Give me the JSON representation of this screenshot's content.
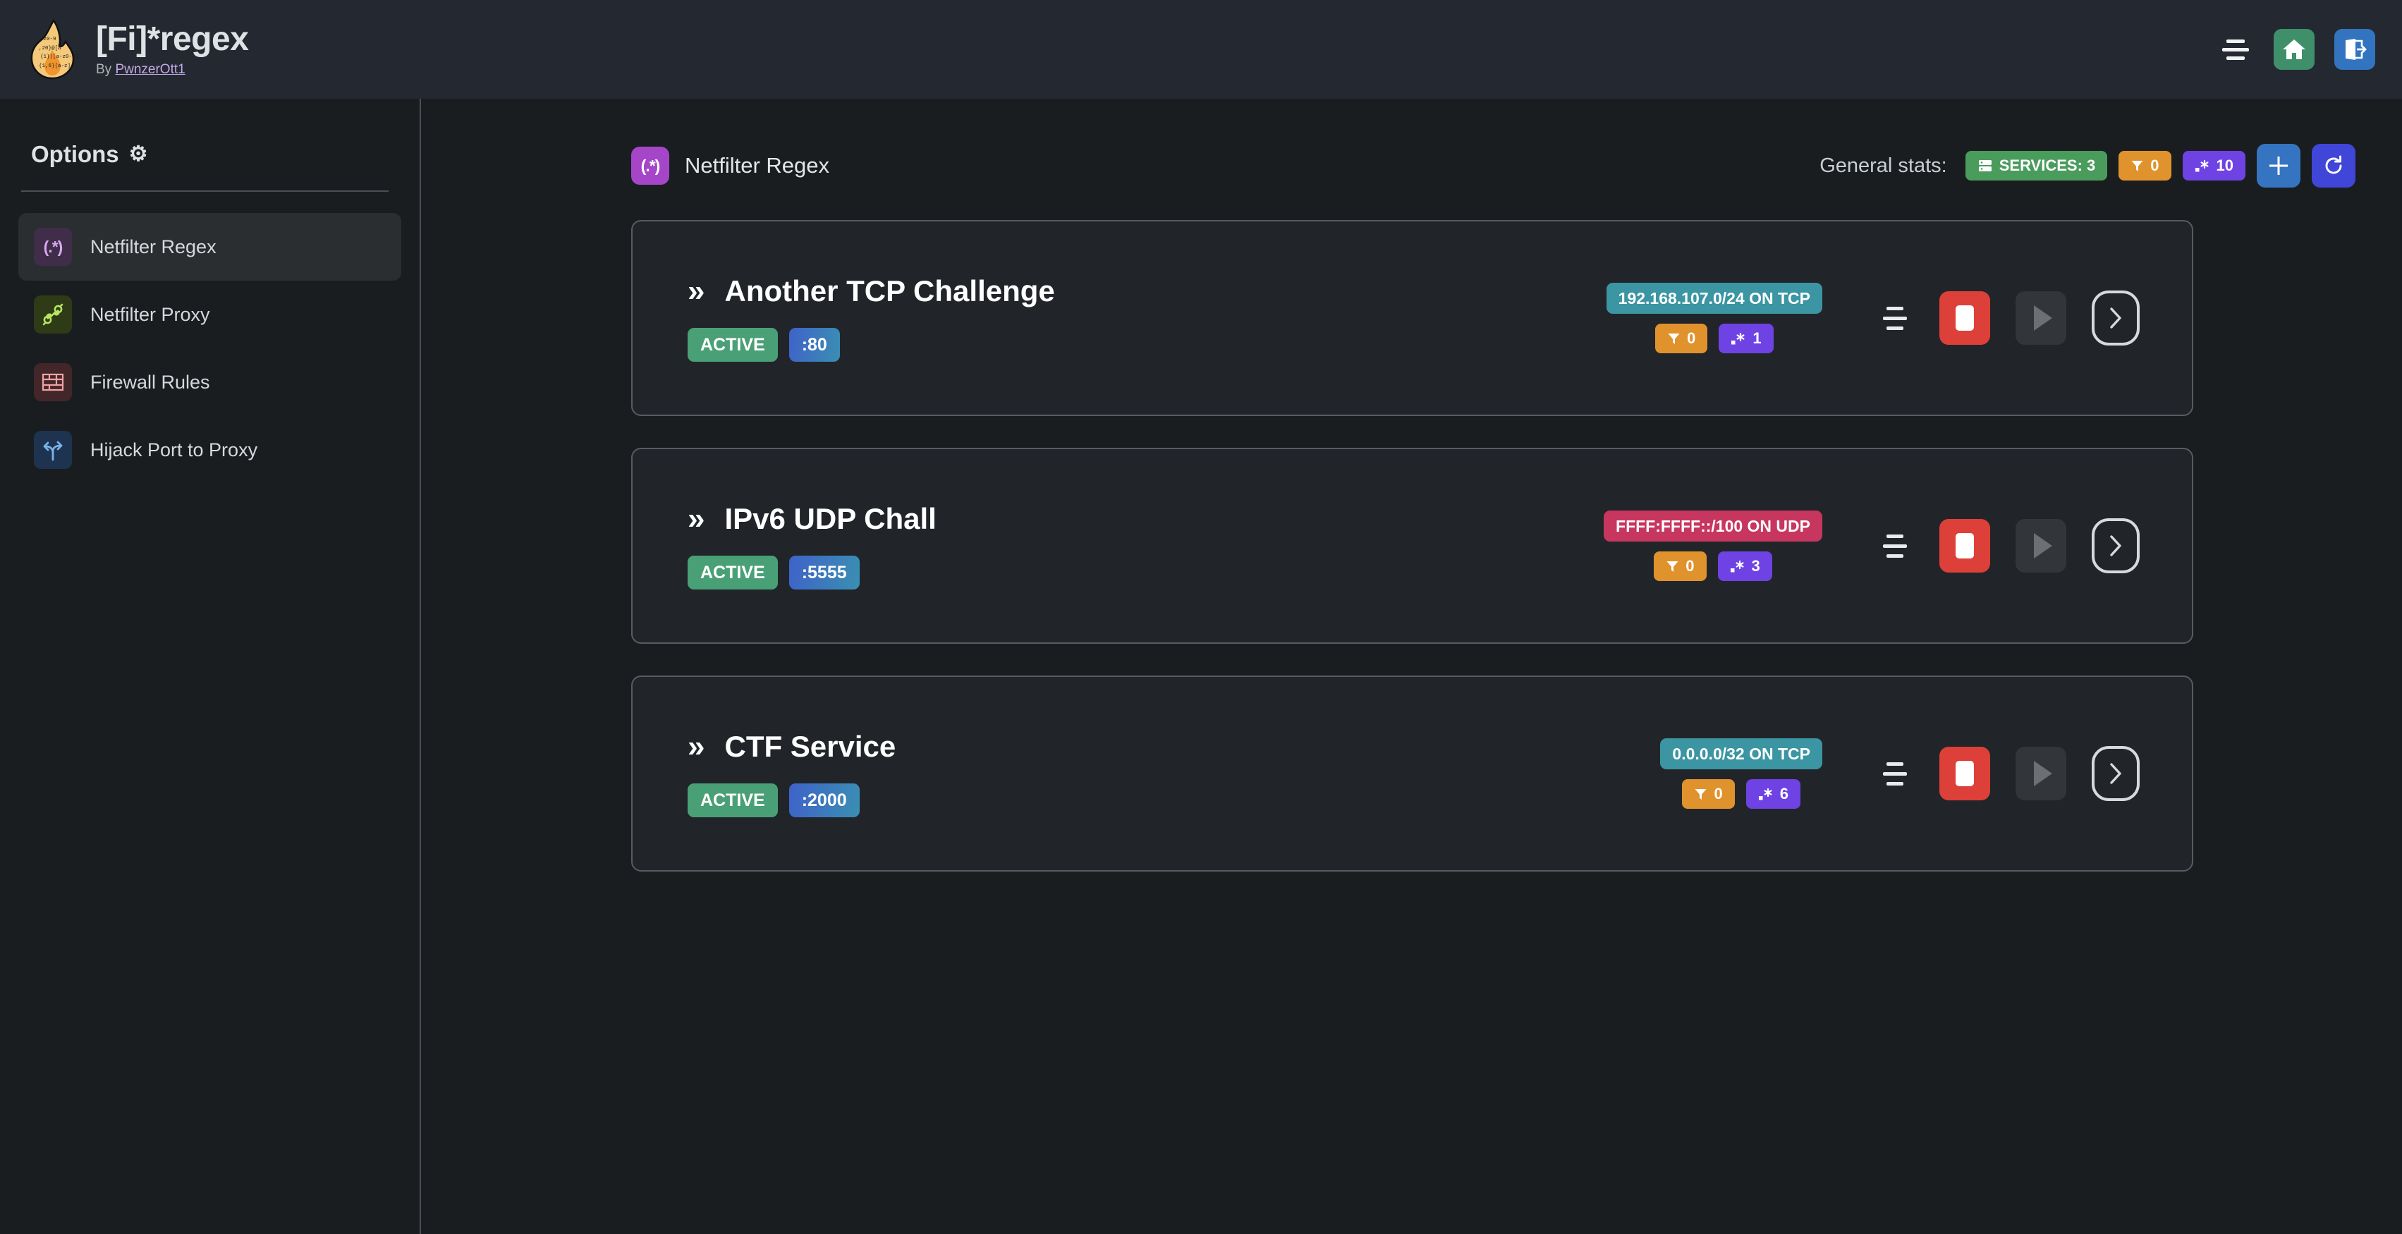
{
  "header": {
    "logo_icon": "flame-regex-logo",
    "title": "[Fi]*regex",
    "by_prefix": "By ",
    "author": "PwnzerOtt1",
    "menu_icon": "hamburger-menu-icon",
    "home_icon": "home-icon",
    "logout_icon": "logout-icon"
  },
  "sidebar": {
    "title": "Options",
    "gear_icon": "gear-icon",
    "items": [
      {
        "label": "Netfilter Regex",
        "icon": "regex-icon",
        "glyph": "(.*)",
        "active": true
      },
      {
        "label": "Netfilter Proxy",
        "icon": "plug-icon",
        "glyph": "",
        "active": false
      },
      {
        "label": "Firewall Rules",
        "icon": "brick-wall-icon",
        "glyph": "",
        "active": false
      },
      {
        "label": "Hijack Port to Proxy",
        "icon": "route-split-icon",
        "glyph": "",
        "active": false
      }
    ]
  },
  "main": {
    "page_icon": "regex-icon",
    "page_icon_glyph": "(.*)",
    "page_title": "Netfilter Regex",
    "stats_label": "General stats:",
    "stats": {
      "services_icon": "server-icon",
      "services_label": "SERVICES: 3",
      "filters_icon": "filter-icon",
      "filters_count": "0",
      "regexes_icon": "regex-count-icon",
      "regexes_count": "10"
    },
    "add_button_icon": "plus-icon",
    "refresh_button_icon": "refresh-icon"
  },
  "services": [
    {
      "chevron_icon": "double-chevron-right-icon",
      "name": "Another TCP Challenge",
      "status": "ACTIVE",
      "port": ":80",
      "network": "192.168.107.0/24 ON TCP",
      "network_proto": "tcp",
      "filters_icon": "filter-icon",
      "filters_count": "0",
      "regexes_icon": "regex-count-icon",
      "regexes_count": "1",
      "menu_icon": "service-menu-icon",
      "stop_icon": "stop-icon",
      "play_icon": "play-icon",
      "open_icon": "chevron-right-icon"
    },
    {
      "chevron_icon": "double-chevron-right-icon",
      "name": "IPv6 UDP Chall",
      "status": "ACTIVE",
      "port": ":5555",
      "network": "FFFF:FFFF::/100 ON UDP",
      "network_proto": "udp",
      "filters_icon": "filter-icon",
      "filters_count": "0",
      "regexes_icon": "regex-count-icon",
      "regexes_count": "3",
      "menu_icon": "service-menu-icon",
      "stop_icon": "stop-icon",
      "play_icon": "play-icon",
      "open_icon": "chevron-right-icon"
    },
    {
      "chevron_icon": "double-chevron-right-icon",
      "name": "CTF Service",
      "status": "ACTIVE",
      "port": ":2000",
      "network": "0.0.0.0/32 ON TCP",
      "network_proto": "tcp",
      "filters_icon": "filter-icon",
      "filters_count": "0",
      "regexes_icon": "regex-count-icon",
      "regexes_count": "6",
      "menu_icon": "service-menu-icon",
      "stop_icon": "stop-icon",
      "play_icon": "play-icon",
      "open_icon": "chevron-right-icon"
    }
  ],
  "colors": {
    "page_bg": "#1a1d20",
    "header_bg": "#242830",
    "card_bg": "#212529",
    "card_border": "#565c61",
    "accent_purple": "#a546c9",
    "green": "#4a9c5d",
    "orange": "#e0922c",
    "violet": "#6f42e4",
    "teal": "#3b95a3",
    "crimson": "#c7365e",
    "red": "#dc4038",
    "blue": "#3574c0",
    "indigo": "#4046d8"
  }
}
